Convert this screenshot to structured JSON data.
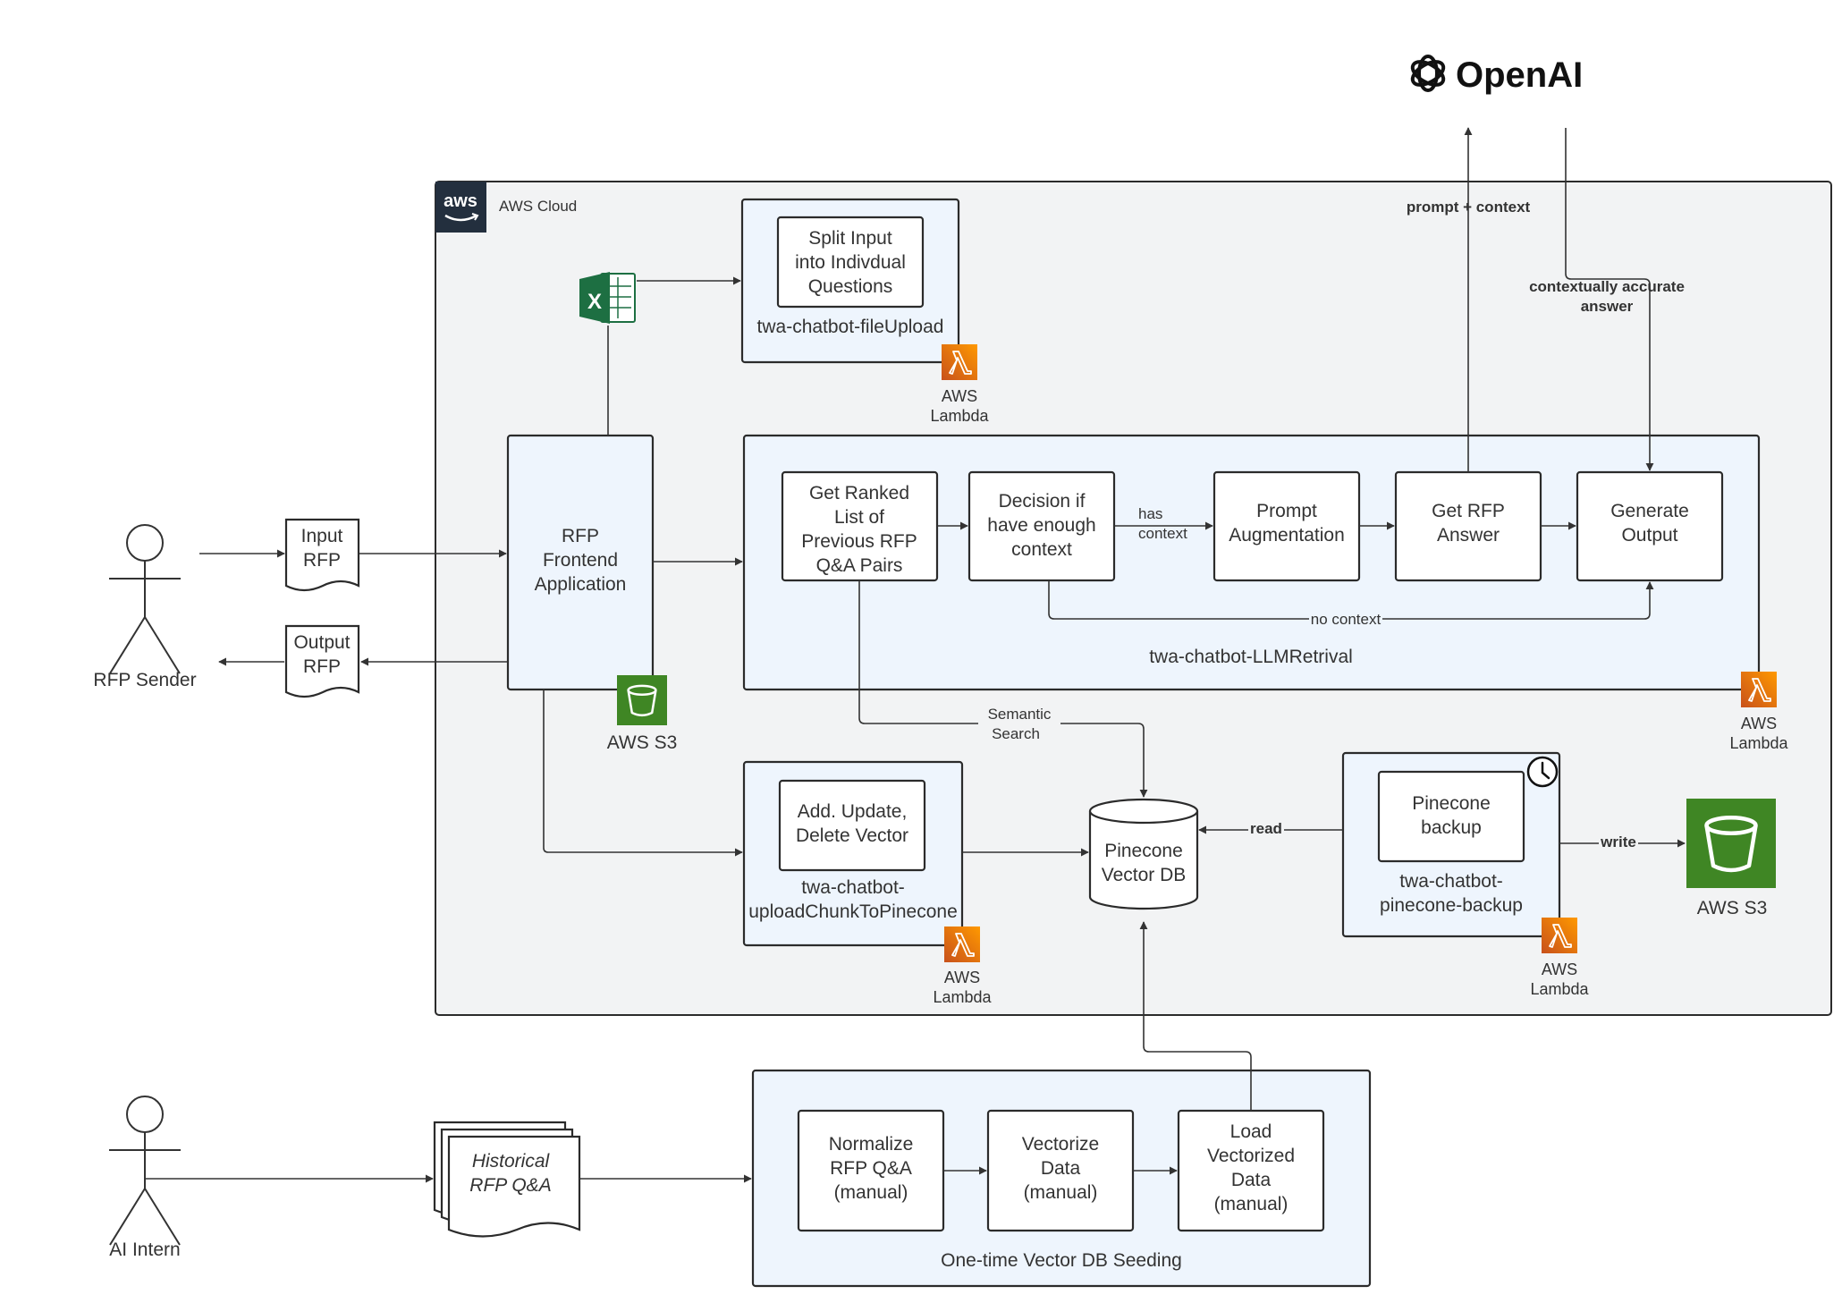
{
  "colors": {
    "aws_cloud_bg": "#f2f3f4",
    "group_bg": "#eef5fd",
    "lambda_orange": "#ed7100",
    "s3_green": "#3f8624",
    "excel_green": "#1d6f42"
  },
  "icons": [
    "openai-logo-icon",
    "aws-logo-icon",
    "excel-icon",
    "lambda-icon",
    "s3-bucket-icon",
    "clock-icon",
    "person-icon"
  ],
  "openai": {
    "label": "OpenAI"
  },
  "aws_cloud": {
    "label": "AWS Cloud"
  },
  "actors": {
    "rfp_sender": "RFP Sender",
    "ai_intern": "AI Intern"
  },
  "documents": {
    "input_rfp": [
      "Input",
      "RFP"
    ],
    "output_rfp": [
      "Output",
      "RFP"
    ],
    "historical": [
      "Historical",
      "RFP Q&A"
    ]
  },
  "frontend": [
    "RFP",
    "Frontend",
    "Application"
  ],
  "s3_small": "AWS S3",
  "s3_right": "AWS S3",
  "lambda_label": [
    "AWS",
    "Lambda"
  ],
  "file_upload": {
    "inner": [
      "Split Input",
      "into Indivdual",
      "Questions"
    ],
    "title": "twa-chatbot-fileUpload"
  },
  "llm": {
    "title": "twa-chatbot-LLMRetrival",
    "steps": [
      [
        "Get Ranked",
        "List of",
        "Previous RFP",
        "Q&A Pairs"
      ],
      [
        "Decision if",
        "have enough",
        "context"
      ],
      [
        "Prompt",
        "Augmentation"
      ],
      [
        "Get RFP",
        "Answer"
      ],
      [
        "Generate",
        "Output"
      ]
    ],
    "has_context": [
      "has",
      "context"
    ],
    "no_context": "no context"
  },
  "openai_links": {
    "prompt_context": "prompt + context",
    "accurate_answer": [
      "contextually accurate",
      "answer"
    ]
  },
  "semantic_search": [
    "Semantic",
    "Search"
  ],
  "upload_chunk": {
    "inner": [
      "Add. Update,",
      "Delete Vector"
    ],
    "title": [
      "twa-chatbot-",
      "uploadChunkToPinecone"
    ]
  },
  "pinecone_db": [
    "Pinecone",
    "Vector DB"
  ],
  "backup": {
    "inner": [
      "Pinecone",
      "backup"
    ],
    "title": [
      "twa-chatbot-",
      "pinecone-backup"
    ],
    "read": "read",
    "write": "write"
  },
  "seeding": {
    "title": "One-time Vector DB Seeding",
    "steps": [
      [
        "Normalize",
        "RFP Q&A",
        "(manual)"
      ],
      [
        "Vectorize",
        "Data",
        "(manual)"
      ],
      [
        "Load",
        "Vectorized",
        "Data",
        "(manual)"
      ]
    ]
  }
}
